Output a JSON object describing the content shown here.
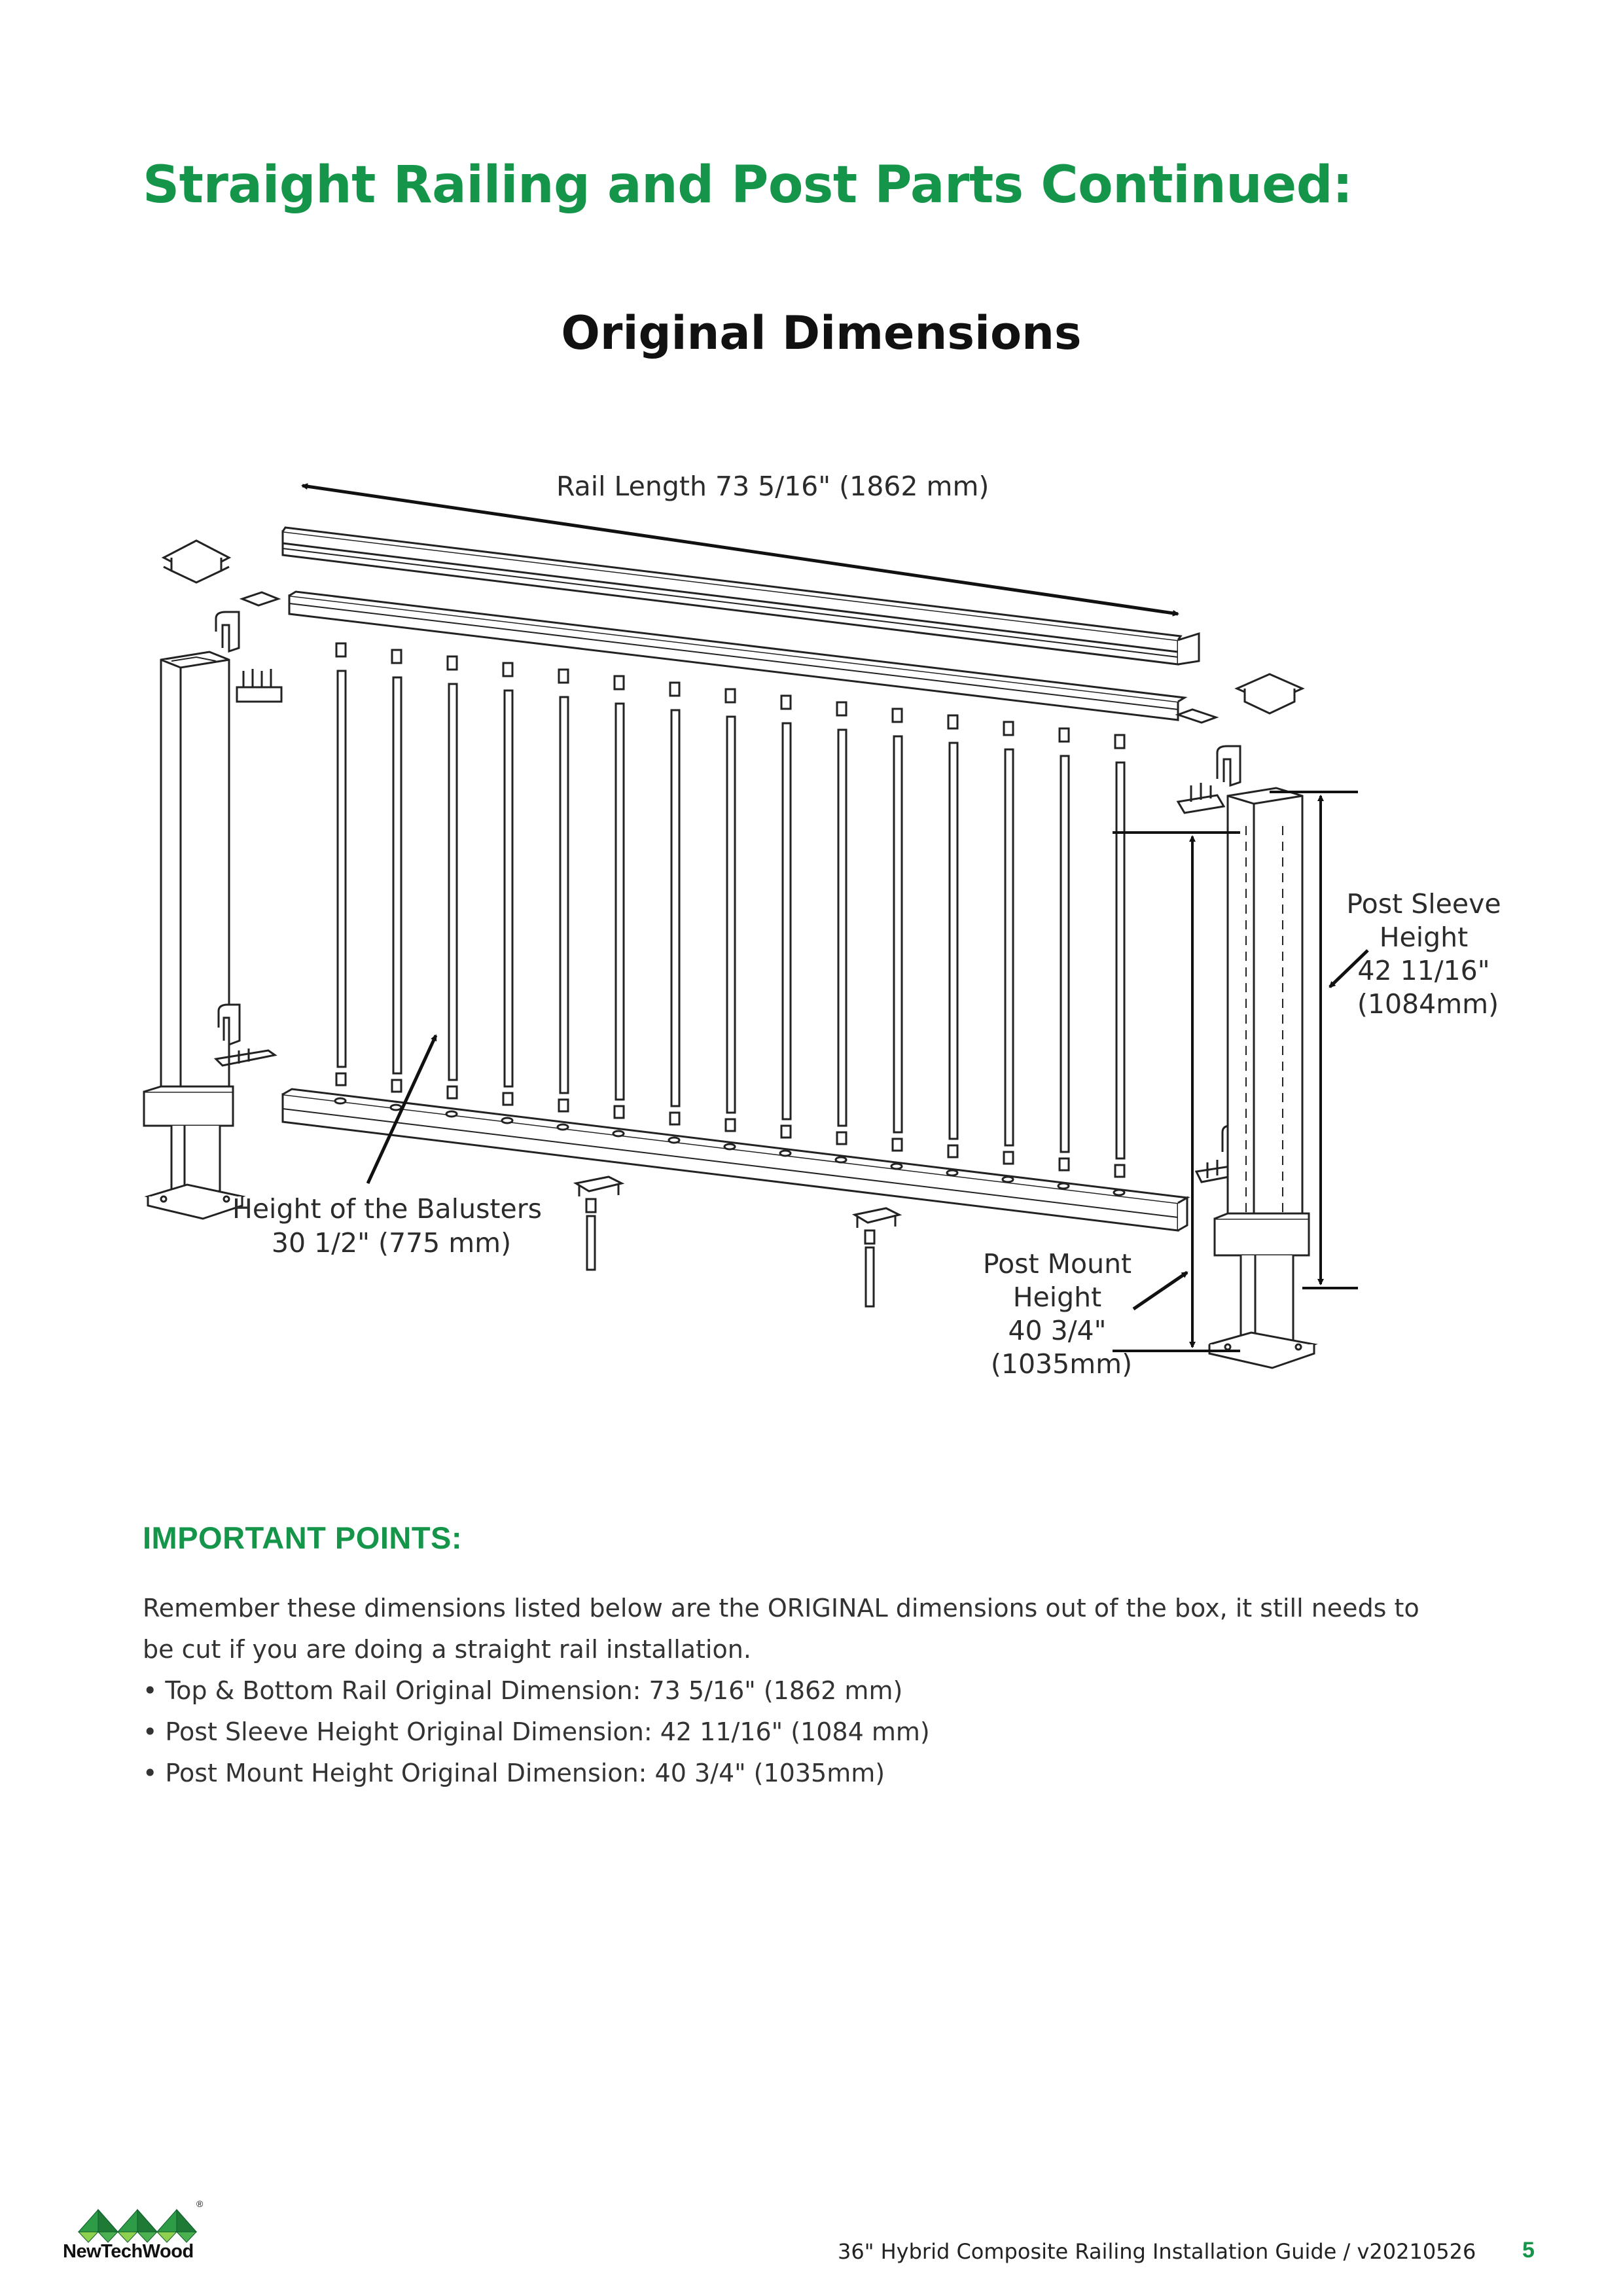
{
  "header": {
    "title": "Straight Railing and Post Parts Continued:"
  },
  "diagram": {
    "title": "Original Dimensions",
    "labels": {
      "rail_length": "Rail Length 73 5/16\" (1862 mm)",
      "post_sleeve": [
        "Post Sleeve",
        "Height",
        "42 11/16\"",
        "(1084mm)"
      ],
      "balusters": [
        "Height of the Balusters",
        "30 1/2\" (775 mm)"
      ],
      "post_mount": [
        "Post Mount",
        "Height",
        "40 3/4\"",
        "(1035mm)"
      ]
    }
  },
  "important": {
    "heading": "IMPORTANT POINTS:",
    "intro_lines": [
      "Remember these dimensions listed below are the ORIGINAL dimensions out of the box, it still needs to",
      "be cut if you are doing a straight rail installation."
    ],
    "bullets": [
      "Top & Bottom Rail Original Dimension: 73 5/16\" (1862 mm)",
      "Post Sleeve Height Original Dimension: 42 11/16\" (1084 mm)",
      "Post Mount Height Original Dimension: 40 3/4\" (1035mm)"
    ]
  },
  "footer": {
    "brand": "NewTechWood",
    "brand_mark": "®",
    "guide": "36\" Hybrid Composite Railing Installation Guide / v20210526",
    "page": "5"
  },
  "colors": {
    "accent": "#14954a",
    "text": "#333333",
    "line": "#222222"
  }
}
